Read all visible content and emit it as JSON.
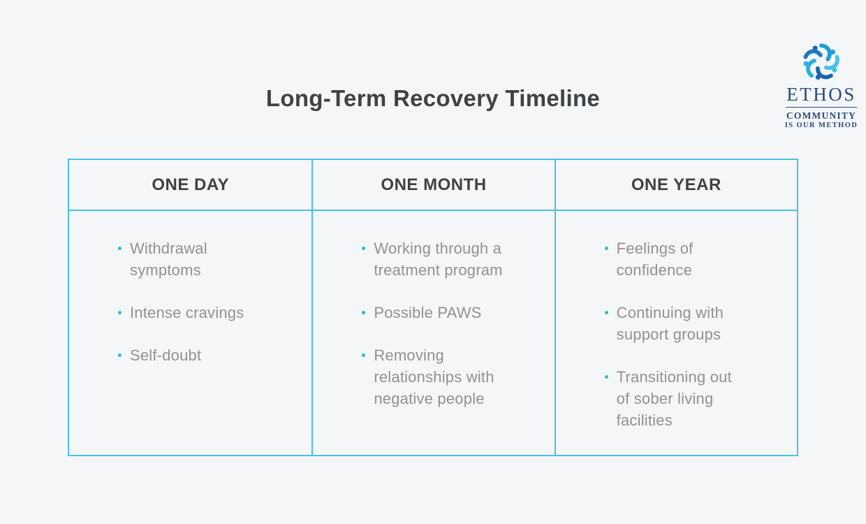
{
  "page": {
    "title": "Long-Term Recovery Timeline"
  },
  "logo": {
    "name": "ETHOS",
    "tagline1": "COMMUNITY",
    "tagline2": "IS OUR METHOD"
  },
  "table": {
    "columns": [
      {
        "header": "ONE DAY",
        "items": [
          "Withdrawal symptoms",
          "Intense cravings",
          "Self-doubt"
        ]
      },
      {
        "header": "ONE MONTH",
        "items": [
          "Working through a treatment program",
          "Possible PAWS",
          "Removing relationships with negative people"
        ]
      },
      {
        "header": "ONE YEAR",
        "items": [
          "Feelings of confidence",
          "Continuing with support groups",
          "Transitioning out of sober living facilities"
        ]
      }
    ]
  },
  "colors": {
    "background": "#F5F6F8",
    "table_border": "#4AC1E3",
    "heading_text": "#3E4245",
    "body_text": "#8E9294",
    "bullet": "#2CB9DE",
    "logo_navy": "#2B4B7C",
    "logo_blue_dark": "#1565B0",
    "logo_blue_mid": "#1E9CD7",
    "logo_blue_light": "#45C2E8"
  }
}
